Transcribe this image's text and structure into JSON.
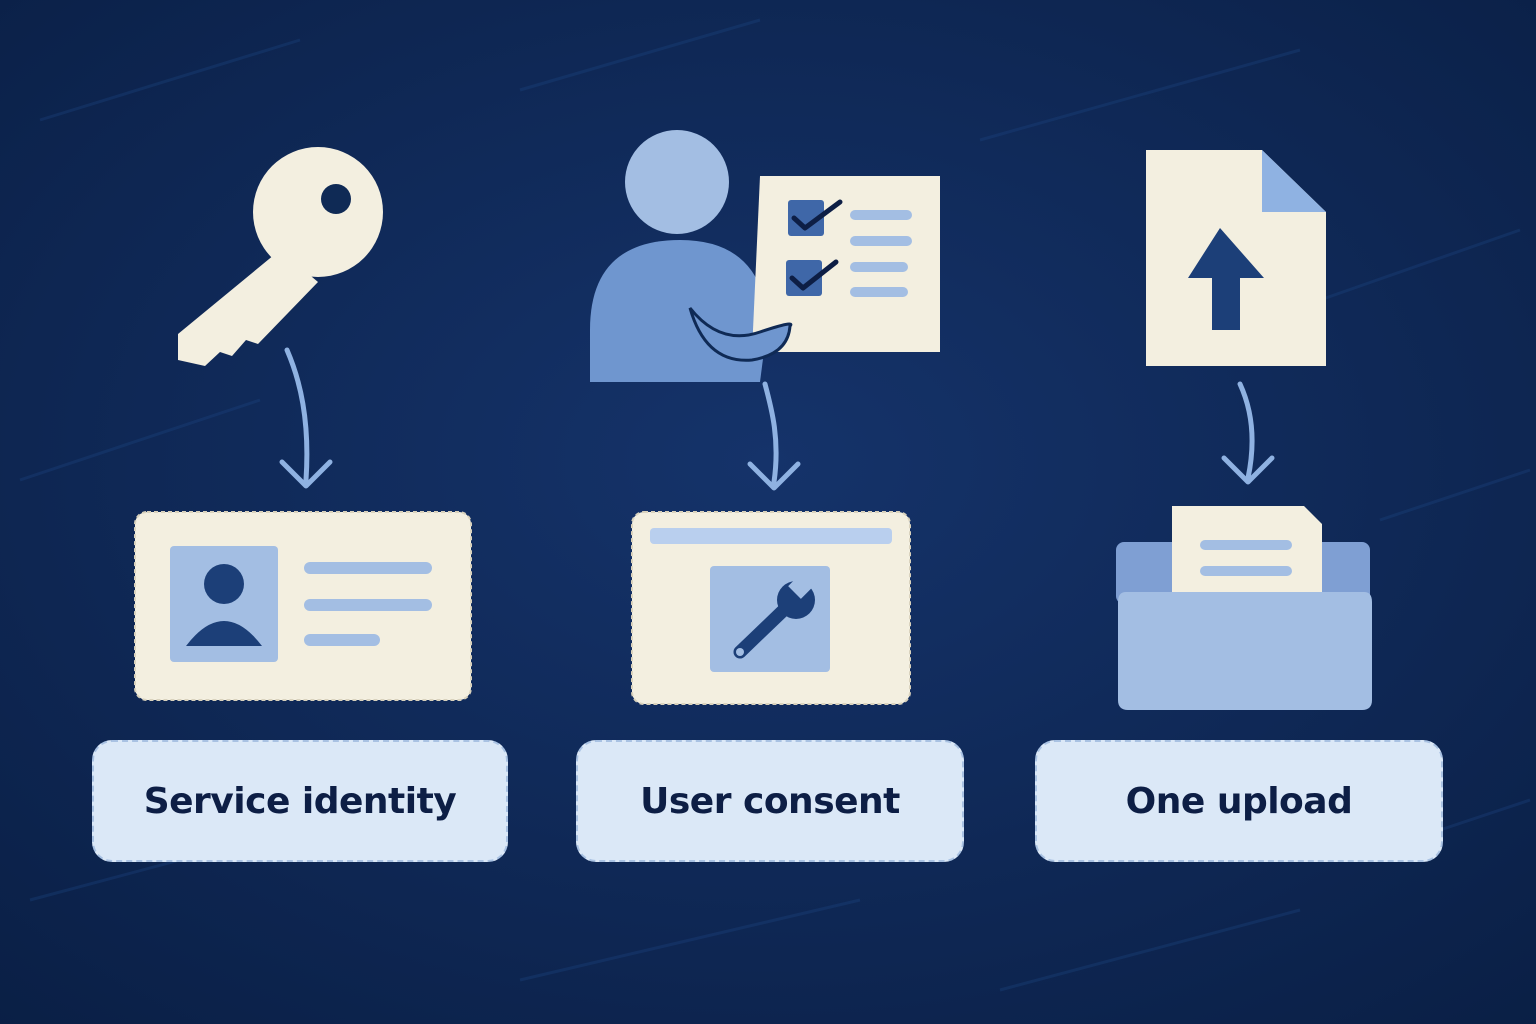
{
  "colors": {
    "background": "#0f2a55",
    "background_dark": "#0a1f45",
    "cream": "#f3efe0",
    "light_blue": "#b9cfee",
    "mid_blue": "#6f96cf",
    "pale_blue": "#a3bee3",
    "navy": "#1c3f78",
    "arrow": "#8fb2e2",
    "label_fill": "#dbe8f7",
    "label_text": "#0d1e45"
  },
  "columns": [
    {
      "top_icon": "key-icon",
      "bottom_icon": "id-card-icon",
      "label": "Service identity"
    },
    {
      "top_icon": "person-with-checklist-icon",
      "bottom_icon": "browser-wrench-icon",
      "label": "User consent"
    },
    {
      "top_icon": "document-upload-icon",
      "bottom_icon": "folder-document-icon",
      "label": "One upload"
    }
  ]
}
